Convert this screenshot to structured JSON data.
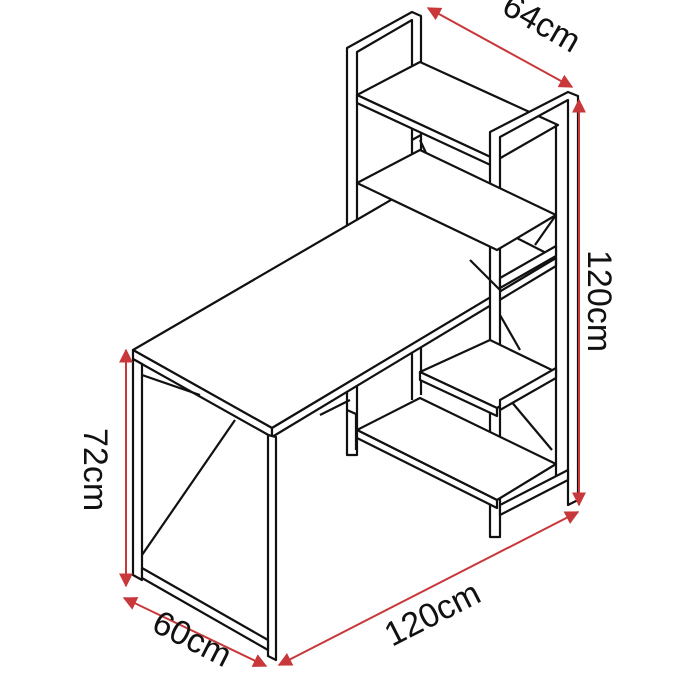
{
  "diagram": {
    "subject": "desk-with-shelves",
    "dimensions": {
      "shelf_depth": "64cm",
      "shelf_height": "120cm",
      "desk_width": "120cm",
      "desk_depth": "60cm",
      "desk_height": "72cm"
    },
    "colors": {
      "dimension": "#c8383a",
      "line": "#111111"
    }
  }
}
